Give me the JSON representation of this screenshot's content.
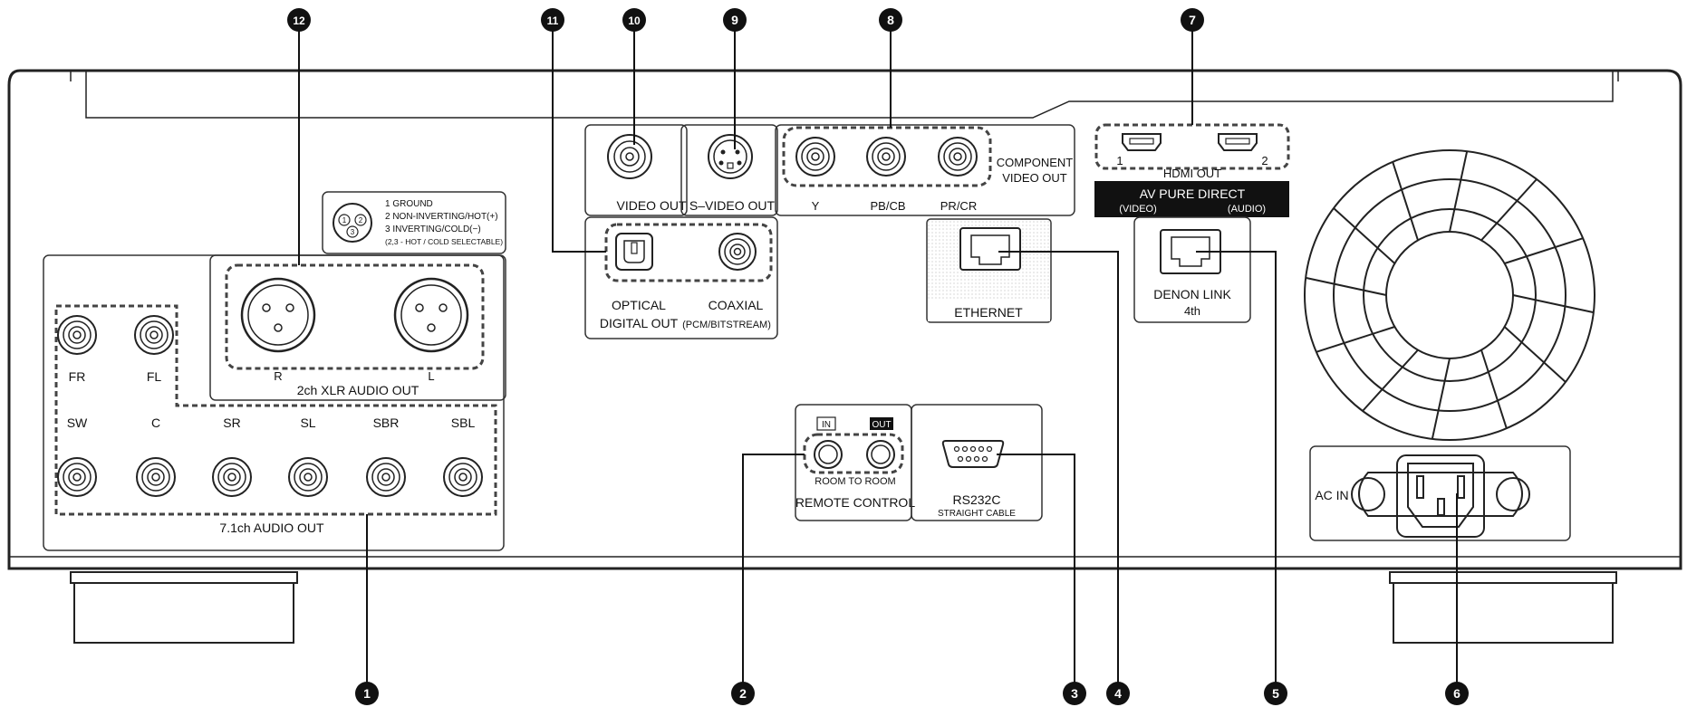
{
  "callouts": [
    "1",
    "2",
    "3",
    "4",
    "5",
    "6",
    "7",
    "8",
    "9",
    "10",
    "11",
    "12"
  ],
  "xlr_legend": {
    "lines": [
      "1  GROUND",
      "2  NON-INVERTING/HOT(+)",
      "3  INVERTING/COLD(−)",
      "(2,3 - HOT / COLD SELECTABLE)"
    ],
    "pins": [
      "1",
      "2",
      "3"
    ]
  },
  "xlr_out": {
    "title": "2ch XLR AUDIO OUT",
    "left": "R",
    "right": "L"
  },
  "audio_71": {
    "title": "7.1ch AUDIO OUT",
    "top_row": [
      "FR",
      "FL"
    ],
    "bottom_row": [
      "SW",
      "C",
      "SR",
      "SL",
      "SBR",
      "SBL"
    ]
  },
  "video_out": "VIDEO OUT",
  "s_video_out": "S–VIDEO OUT",
  "component": {
    "title_1": "COMPONENT",
    "title_2": "VIDEO OUT",
    "jacks": [
      "Y",
      "PB/CB",
      "PR/CR"
    ]
  },
  "digital_out": {
    "optical": "OPTICAL",
    "coaxial": "COAXIAL",
    "title": "DIGITAL OUT",
    "subtitle": "(PCM/BITSTREAM)"
  },
  "ethernet": "ETHERNET",
  "hdmi": {
    "title": "HDMI OUT",
    "port_1": "1",
    "port_2": "2",
    "band": "AV PURE DIRECT",
    "video": "(VIDEO)",
    "audio": "(AUDIO)"
  },
  "denon_link": {
    "line_1": "DENON LINK",
    "line_2": "4th"
  },
  "remote": {
    "in": "IN",
    "out": "OUT",
    "room": "ROOM TO ROOM",
    "title": "REMOTE CONTROL"
  },
  "rs232c": {
    "title": "RS232C",
    "subtitle": "STRAIGHT CABLE"
  },
  "ac_in": "AC IN"
}
